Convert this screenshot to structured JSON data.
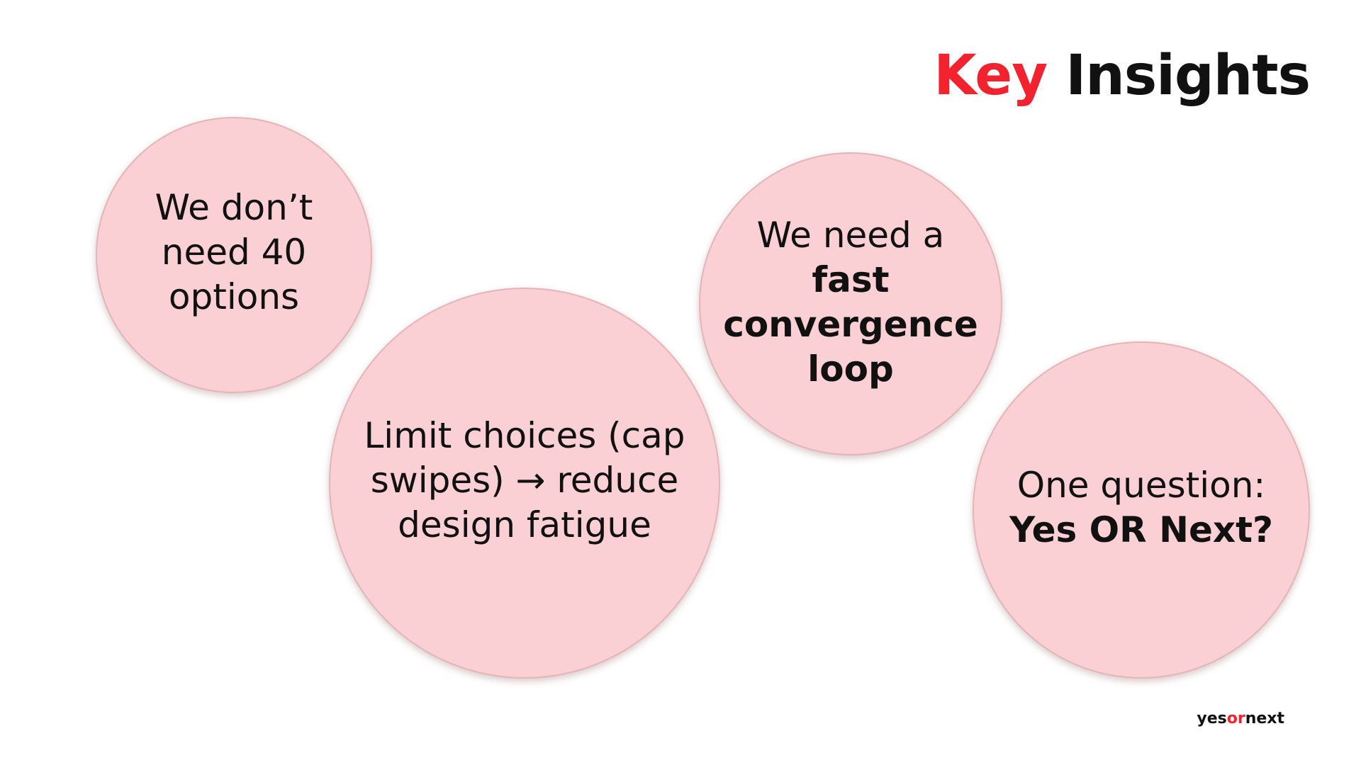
{
  "title": {
    "accent": "Key",
    "rest": "Insights"
  },
  "bubbles": [
    {
      "lines": [
        {
          "text": "We don’t",
          "bold": false
        },
        {
          "text": "need 40",
          "bold": false
        },
        {
          "text": "options",
          "bold": false
        }
      ]
    },
    {
      "lines": [
        {
          "text": "Limit choices (cap",
          "bold": false
        },
        {
          "text": "swipes) → reduce",
          "bold": false
        },
        {
          "text": "design fatigue",
          "bold": false
        }
      ]
    },
    {
      "lines": [
        {
          "text": "We need a",
          "bold": false
        },
        {
          "text": "fast",
          "bold": true
        },
        {
          "text": "convergence",
          "bold": true
        },
        {
          "text": "loop",
          "bold": true
        }
      ]
    },
    {
      "lines": [
        {
          "text": "One question:",
          "bold": false
        },
        {
          "text": "Yes OR Next?",
          "bold": true
        }
      ]
    }
  ],
  "brand": {
    "part1": "yes",
    "part2": "or",
    "part3": "next"
  },
  "colors": {
    "accent": "#f2222f",
    "bubble_fill": "#fbd0d4",
    "bubble_border": "#e3b4b8",
    "text": "#111111"
  }
}
